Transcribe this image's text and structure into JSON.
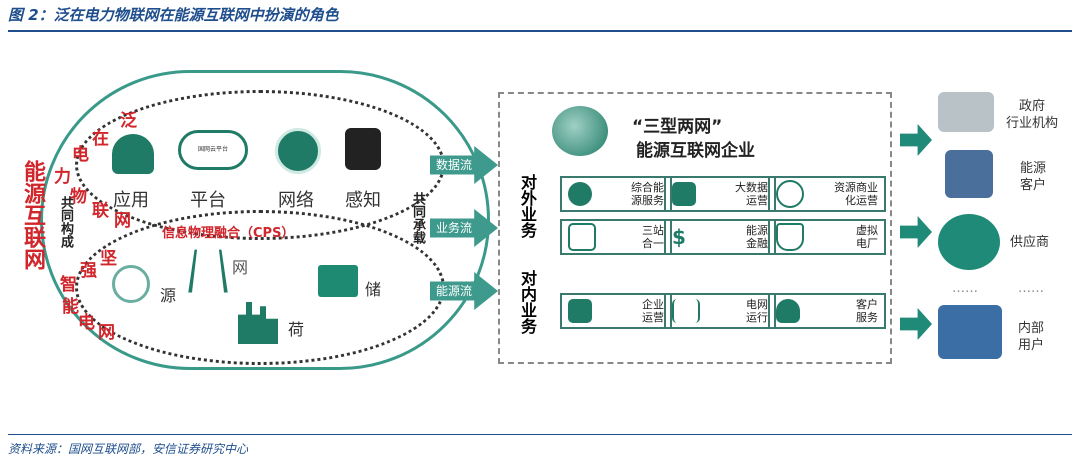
{
  "title": "图 2：泛在电力物联网在能源互联网中扮演的角色",
  "source": "资料来源：国网互联网部，安信证券研究中心",
  "left": {
    "energy_internet": "能源互联网",
    "ubiquitous_iot": [
      "泛",
      "在",
      "电",
      "力",
      "物",
      "联",
      "网"
    ],
    "strong_grid": [
      "坚",
      "强",
      "智",
      "能",
      "电",
      "网"
    ],
    "co_construct": "共同构成",
    "co_carry": "共同承载",
    "cps": "信息物理融合（CPS）",
    "layers_top": [
      "应用",
      "平台",
      "网络",
      "感知"
    ],
    "cloud_text": "国网云平台",
    "layers_bottom": [
      "源",
      "网",
      "荷",
      "储"
    ]
  },
  "flows": [
    "数据流",
    "业务流",
    "能源流"
  ],
  "enterprise": {
    "title_line1": "“三型两网”",
    "title_line2": "能源互联网企业",
    "external_label": "对外业务",
    "internal_label": "对内业务",
    "external": [
      [
        "综合能",
        "源服务"
      ],
      [
        "大数据",
        "运营"
      ],
      [
        "资源商业",
        "化运营"
      ],
      [
        "三站",
        "合一"
      ],
      [
        "能源",
        "金融"
      ],
      [
        "虚拟",
        "电厂"
      ]
    ],
    "internal": [
      [
        "企业",
        "运营"
      ],
      [
        "电网",
        "运行"
      ],
      [
        "客户",
        "服务"
      ]
    ]
  },
  "stakeholders": [
    [
      "政府",
      "行业机构"
    ],
    [
      "能源",
      "客户"
    ],
    [
      "供应商",
      ""
    ],
    [
      "内部",
      "用户"
    ]
  ],
  "ellipsis": "……"
}
